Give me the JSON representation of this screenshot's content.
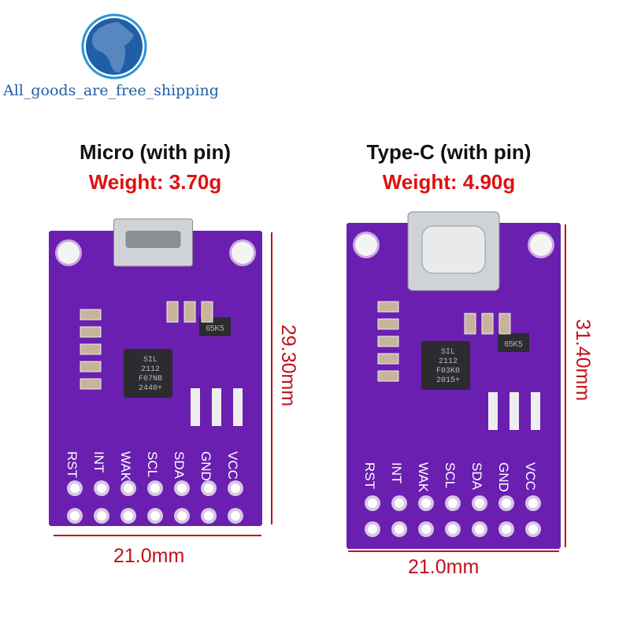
{
  "brand": {
    "text": "All_goods_are_free_shipping",
    "icon": "globe-icon",
    "color": "#1f5fa8"
  },
  "colors": {
    "board": "#6a1fb0",
    "dimension": "#c0101a",
    "weight": "#e01010"
  },
  "left": {
    "title": "Micro (with pin)",
    "weight": "Weight: 3.70g",
    "height": "29.30mm",
    "width": "21.0mm",
    "chip": [
      "SIL",
      "2112",
      "F07NB",
      "2440+"
    ],
    "regulator": "65K5",
    "pins": [
      "RST",
      "INT",
      "WAK",
      "SCL",
      "SDA",
      "GND",
      "VCC"
    ]
  },
  "right": {
    "title": "Type-C (with pin)",
    "weight": "Weight: 4.90g",
    "height": "31.40mm",
    "width": "21.0mm",
    "chip": [
      "SIL",
      "2112",
      "F03K0",
      "2015+"
    ],
    "regulator": "65K5",
    "pins": [
      "RST",
      "INT",
      "WAK",
      "SCL",
      "SDA",
      "GND",
      "VCC"
    ]
  }
}
